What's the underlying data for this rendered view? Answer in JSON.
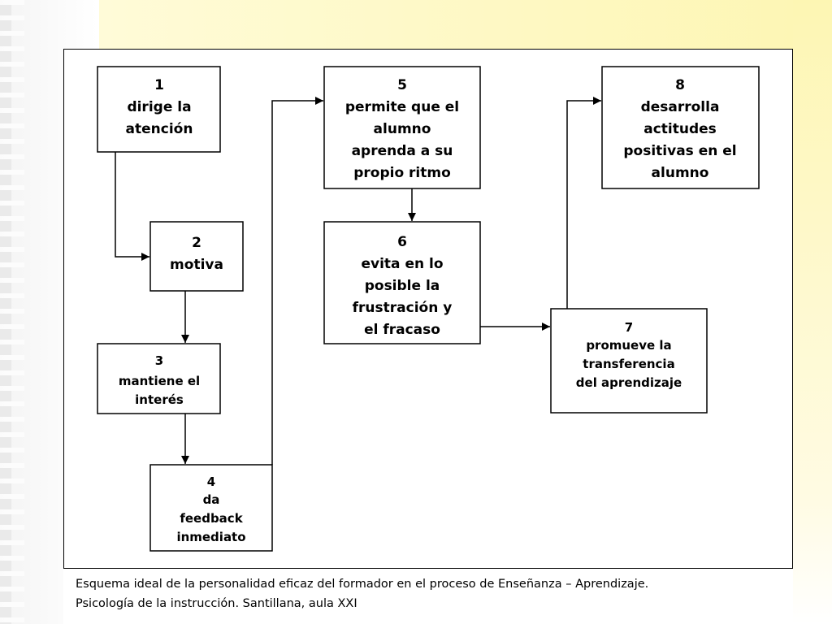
{
  "steps": [
    {
      "number": "1",
      "lines": [
        "dirige la",
        "atención"
      ]
    },
    {
      "number": "2",
      "lines": [
        "motiva"
      ]
    },
    {
      "number": "3",
      "lines": [
        "mantiene el",
        "interés"
      ]
    },
    {
      "number": "4",
      "lines": [
        "da",
        "feedback",
        "inmediato"
      ]
    },
    {
      "number": "5",
      "lines": [
        "permite que el",
        "alumno",
        "aprenda a su",
        "propio ritmo"
      ]
    },
    {
      "number": "6",
      "lines": [
        "evita en lo",
        "posible la",
        "frustración y",
        "el fracaso"
      ]
    },
    {
      "number": "7",
      "lines": [
        "promueve la",
        "transferencia",
        "del aprendizaje"
      ]
    },
    {
      "number": "8",
      "lines": [
        "desarrolla",
        "actitudes",
        "positivas en el",
        "alumno"
      ]
    }
  ],
  "caption": {
    "line1": "Esquema  ideal de la personalidad eficaz del formador en el proceso de Enseñanza – Aprendizaje.",
    "line2": "Psicología de la instrucción. Santillana, aula XXI"
  },
  "colors": {
    "stroke": "#000000",
    "accent_yellow": "#fdf6b3"
  }
}
